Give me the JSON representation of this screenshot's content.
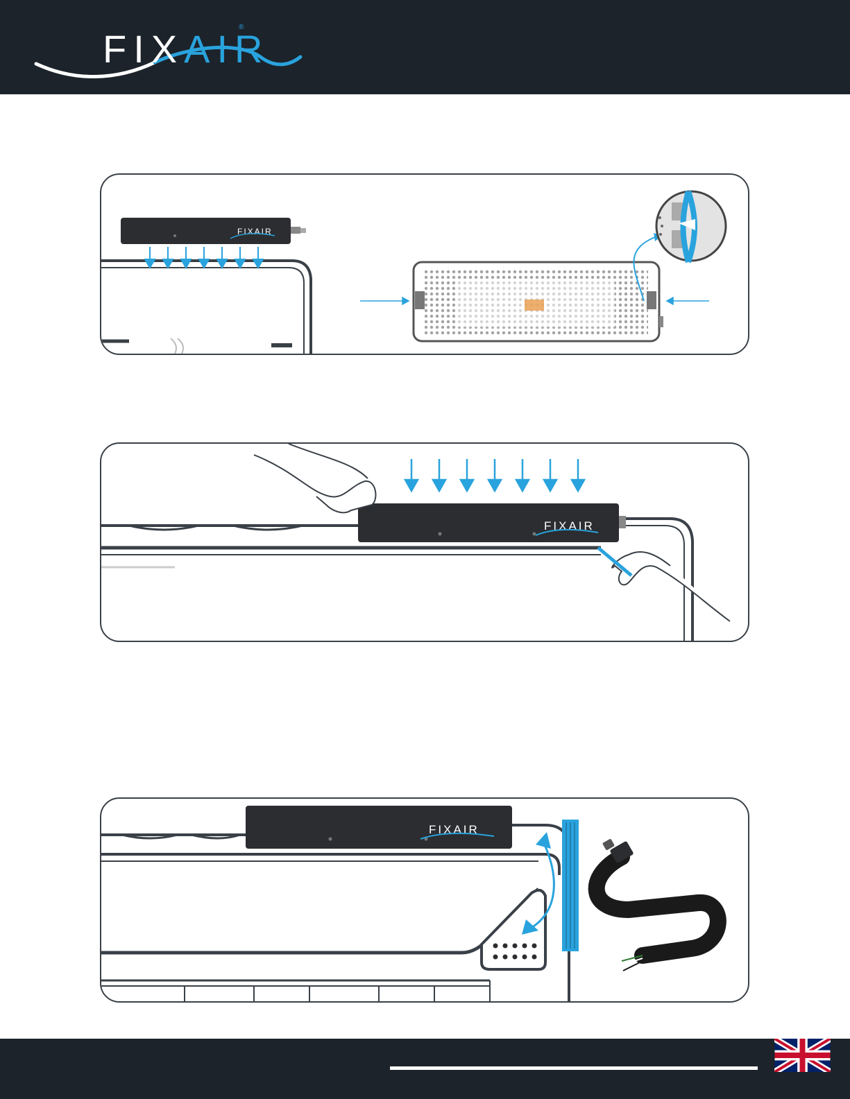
{
  "brand": {
    "logo_fix": "FIX",
    "logo_air": "AIR",
    "registered_mark": "®",
    "device_label": "FIXAIR"
  },
  "colors": {
    "header_bg": "#1c232b",
    "accent_blue": "#29a3dd",
    "device_body": "#2b2d30",
    "outline": "#3a4047"
  },
  "icons": {
    "flag": "uk-flag-icon",
    "arrow": "arrow-down-icon"
  }
}
